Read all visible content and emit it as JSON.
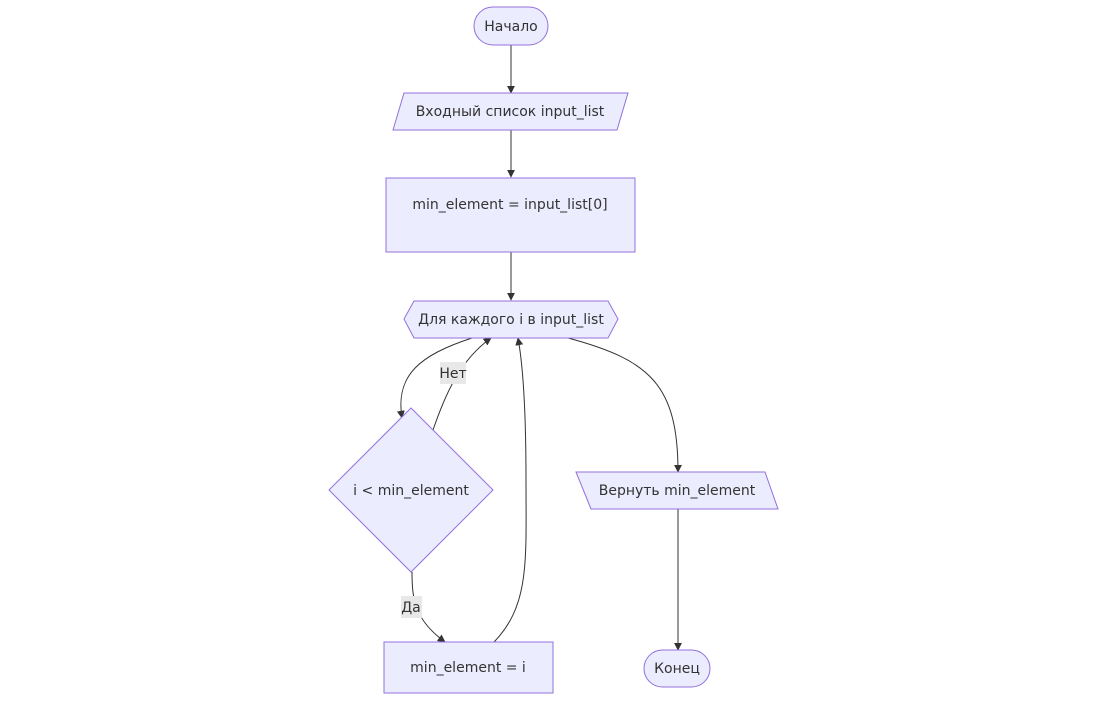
{
  "diagram": {
    "type": "flowchart",
    "colors": {
      "node_fill": "#ECECFF",
      "node_stroke": "#9370DB",
      "edge": "#333333",
      "label_bg": "#e8e8e8",
      "text": "#333333"
    },
    "nodes": {
      "start": "Начало",
      "input": "Входный список input_list",
      "init": "min_element = input_list[0]",
      "loop": "Для каждого i в input_list",
      "condition": "i < min_element",
      "assign": "min_element = i",
      "return": "Вернуть min_element",
      "end": "Конец"
    },
    "edge_labels": {
      "no": "Нет",
      "yes": "Да"
    }
  }
}
